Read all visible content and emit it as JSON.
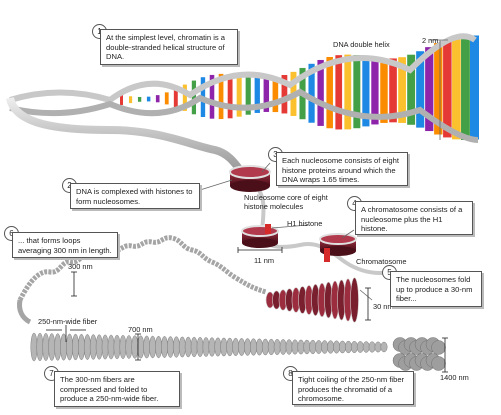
{
  "steps": [
    {
      "number": "1",
      "text": "At the simplest level, chromatin is a double-stranded helical structure of DNA."
    },
    {
      "number": "2",
      "text": "DNA is complexed with histones to form nucleosomes."
    },
    {
      "number": "3",
      "text": "Each nucleosome consists of eight histone proteins around which the DNA wraps 1.65 times."
    },
    {
      "number": "4",
      "text": "A chromatosome consists of a nucleosome plus the H1 histone."
    },
    {
      "number": "5",
      "text": "The nucleosomes fold up to produce a 30-nm fiber..."
    },
    {
      "number": "6",
      "text": "... that forms loops averaging 300 nm in length."
    },
    {
      "number": "7",
      "text": "The 300-nm fibers are compressed and folded to produce a 250-nm-wide fiber."
    },
    {
      "number": "8",
      "text": "Tight coiling of the 250-nm fiber produces the chromatid of a chromosome."
    }
  ],
  "labels": {
    "dna_double_helix": "DNA double helix",
    "two_nm": "2 nm",
    "nucleosome_core": "Nucleosome core of eight histone molecules",
    "h1_histone": "H1 histone",
    "chromatosome": "Chromatosome",
    "eleven_nm": "11 nm",
    "thirty_nm": "30 nm",
    "three_hundred_nm": "300 nm",
    "fiber_250": "250-nm-wide fiber",
    "seven_hundred_nm": "700 nm",
    "fourteen_hundred_nm": "1400 nm"
  },
  "colors": {
    "backbone": "#d4d4d4",
    "histone": "#7a1f2e",
    "h1": "#d62a2a",
    "fiber": "#a9a9a9",
    "base_pairs": [
      "#e53935",
      "#fbc02d",
      "#43a047",
      "#1e88e5",
      "#8e24aa",
      "#fb8c00"
    ]
  }
}
